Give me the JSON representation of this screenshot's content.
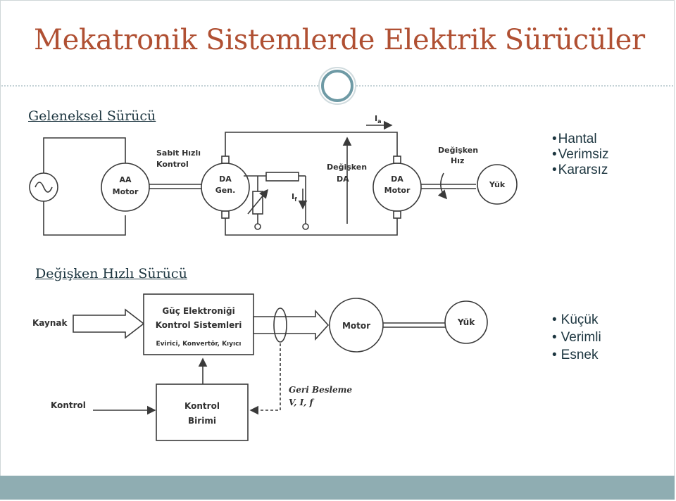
{
  "title": "Mekatronik Sistemlerde Elektrik Sürücüler",
  "section1": {
    "heading": "Geleneksel Sürücü",
    "labels": {
      "aa_motor_1": "AA",
      "aa_motor_2": "Motor",
      "sabit_1": "Sabit Hızlı",
      "sabit_2": "Kontrol",
      "da_gen_1": "DA",
      "da_gen_2": "Gen.",
      "degisken_da_1": "Değişken",
      "degisken_da_2": "DA",
      "ia_main": "I",
      "ia_sub": "a",
      "if_main": "I",
      "if_sub": "f",
      "da_motor_1": "DA",
      "da_motor_2": "Motor",
      "degisken_hiz_1": "Değişken",
      "degisken_hiz_2": "Hız",
      "yuk": "Yük"
    },
    "bullets": [
      "Hantal",
      "Verimsiz",
      "Kararsız"
    ]
  },
  "section2": {
    "heading": "Değişken Hızlı Sürücü",
    "labels": {
      "kaynak": "Kaynak",
      "guc_1": "Güç Elektroniği",
      "guc_2": "Kontrol Sistemleri",
      "guc_3": "Evirici, Konvertör, Kıyıcı",
      "motor": "Motor",
      "yuk": "Yük",
      "geri_1": "Geri Besleme",
      "geri_2": "V, I, f",
      "kontrol": "Kontrol",
      "kontrol_birimi_1": "Kontrol",
      "kontrol_birimi_2": "Birimi"
    },
    "bullets": [
      "Küçük",
      "Verimli",
      "Esnek"
    ]
  },
  "colors": {
    "title": "#b05033",
    "text": "#1d3640",
    "accent_ring": "#6e9aa5",
    "footer_bar": "#8fadb2",
    "line": "#3a3a3a"
  }
}
